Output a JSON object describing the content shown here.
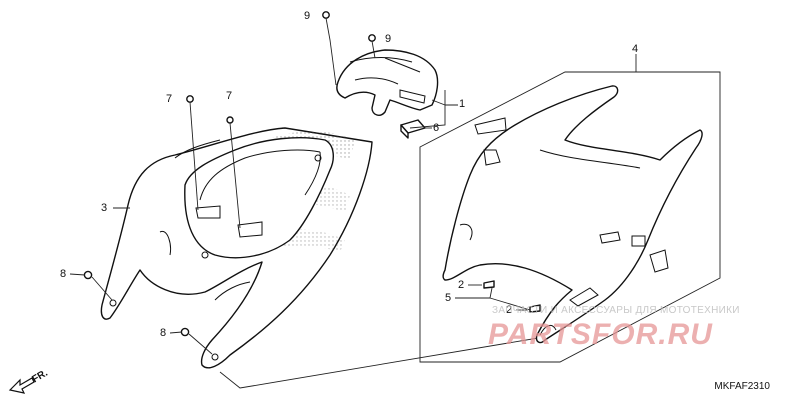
{
  "callouts": {
    "c1": "1",
    "c2a": "2",
    "c2b": "2",
    "c3": "3",
    "c4": "4",
    "c5": "5",
    "c6": "6",
    "c7a": "7",
    "c7b": "7",
    "c8a": "8",
    "c8b": "8",
    "c9a": "9",
    "c9b": "9"
  },
  "diagram_code": "MKFAF2310",
  "direction_label": "FR.",
  "watermark": {
    "small": "ЗАПЧАСТИ И АКСЕССУАРЫ ДЛЯ МОТОТЕХНИКИ",
    "large": "PARTSFOR.RU"
  },
  "colors": {
    "line": "#111111",
    "watermark_large": "#e69696",
    "watermark_small": "#bebebe"
  }
}
